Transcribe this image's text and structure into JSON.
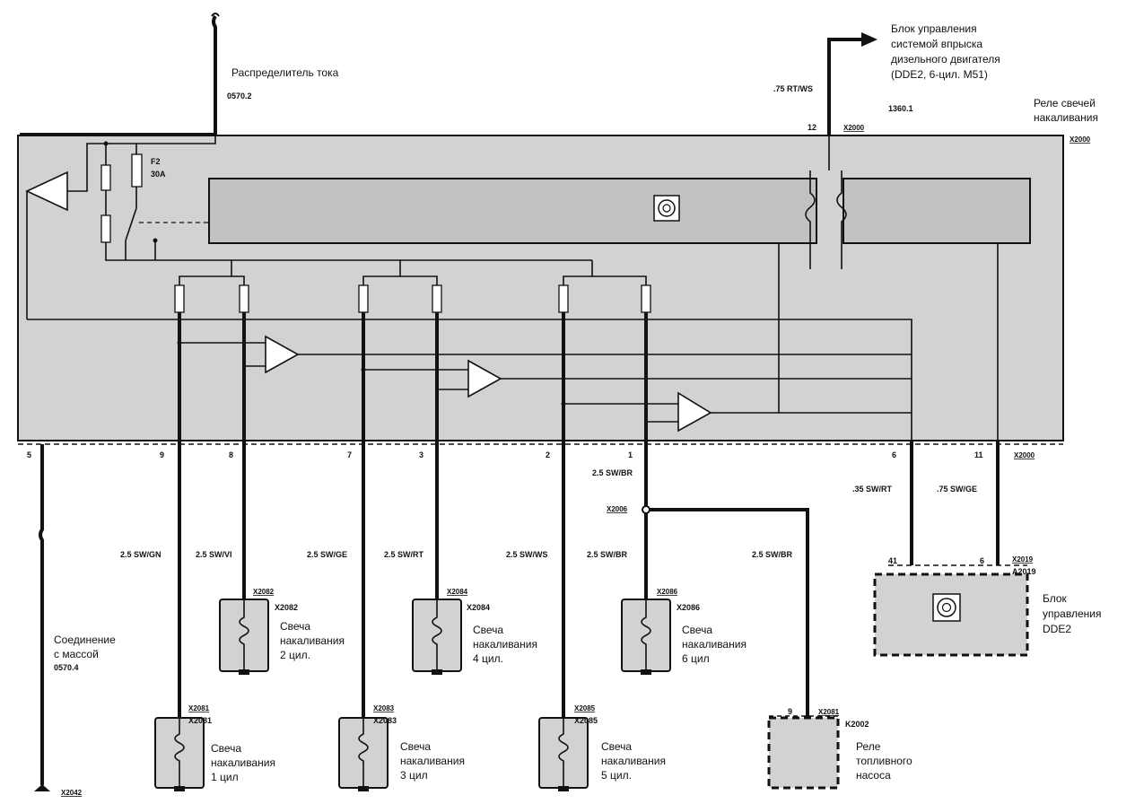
{
  "labels": {
    "distributor": "Распределитель тока",
    "distributor_code": "0570.2",
    "dde_l1": "Блок управления",
    "dde_l2": "системой впрыска",
    "dde_l3": "дизельного двигателя",
    "dde_l4": "(DDE2, 6-цил. M51)",
    "dde_wire": ".75 RT/WS",
    "dde_code": "1360.1",
    "relay_l1": "Реле свечей",
    "relay_l2": "накаливания",
    "relay_conn": "X2000",
    "conn_top": "X2000",
    "conn_bottom": "X2000",
    "pin_top_12": "12",
    "fuse_l1": "F2",
    "fuse_l2": "30A",
    "ground_l1": "Соединение",
    "ground_l2": "с массой",
    "ground_code": "0570.4",
    "ground_conn": "X2042",
    "ecu_l1": "Блок",
    "ecu_l2": "управления",
    "ecu_l3": "DDE2",
    "ecu_conn_a": "X2019",
    "ecu_conn_b": "A2019",
    "ecu_pin_41": "41",
    "ecu_pin_6": "6",
    "pump_l1": "Реле",
    "pump_l2": "топливного",
    "pump_l3": "насоса",
    "pump_conn_a": "X2081",
    "pump_conn_b": "K2002",
    "pump_pin": "9",
    "splice": "X2006"
  },
  "pins_bottom": [
    {
      "num": "5"
    },
    {
      "num": "9"
    },
    {
      "num": "8"
    },
    {
      "num": "7"
    },
    {
      "num": "3"
    },
    {
      "num": "2"
    },
    {
      "num": "1"
    },
    {
      "num": "6"
    },
    {
      "num": "11"
    }
  ],
  "wires": {
    "w1": "2.5 SW/GN",
    "w2": "2.5 SW/VI",
    "w3": "2.5 SW/GE",
    "w4": "2.5 SW/RT",
    "w5": "2.5 SW/WS",
    "w6": "2.5 SW/BR",
    "w6top": "2.5 SW/BR",
    "wpump": "2.5 SW/BR",
    "wecu1": ".35 SW/RT",
    "wecu2": ".75 SW/GE"
  },
  "plugs": [
    {
      "conn_a": "X2081",
      "conn_b": "X2081",
      "l1": "Свеча",
      "l2": "накаливания",
      "l3": "1 цил"
    },
    {
      "conn_a": "X2082",
      "conn_b": "X2082",
      "l1": "Свеча",
      "l2": "накаливания",
      "l3": "2 цил."
    },
    {
      "conn_a": "X2083",
      "conn_b": "X2083",
      "l1": "Свеча",
      "l2": "накаливания",
      "l3": "3 цил"
    },
    {
      "conn_a": "X2084",
      "conn_b": "X2084",
      "l1": "Свеча",
      "l2": "накаливания",
      "l3": "4 цил."
    },
    {
      "conn_a": "X2085",
      "conn_b": "X2085",
      "l1": "Свеча",
      "l2": "накаливания",
      "l3": "5 цил."
    },
    {
      "conn_a": "X2086",
      "conn_b": "X2086",
      "l1": "Свеча",
      "l2": "накаливания",
      "l3": "6 цил"
    }
  ]
}
